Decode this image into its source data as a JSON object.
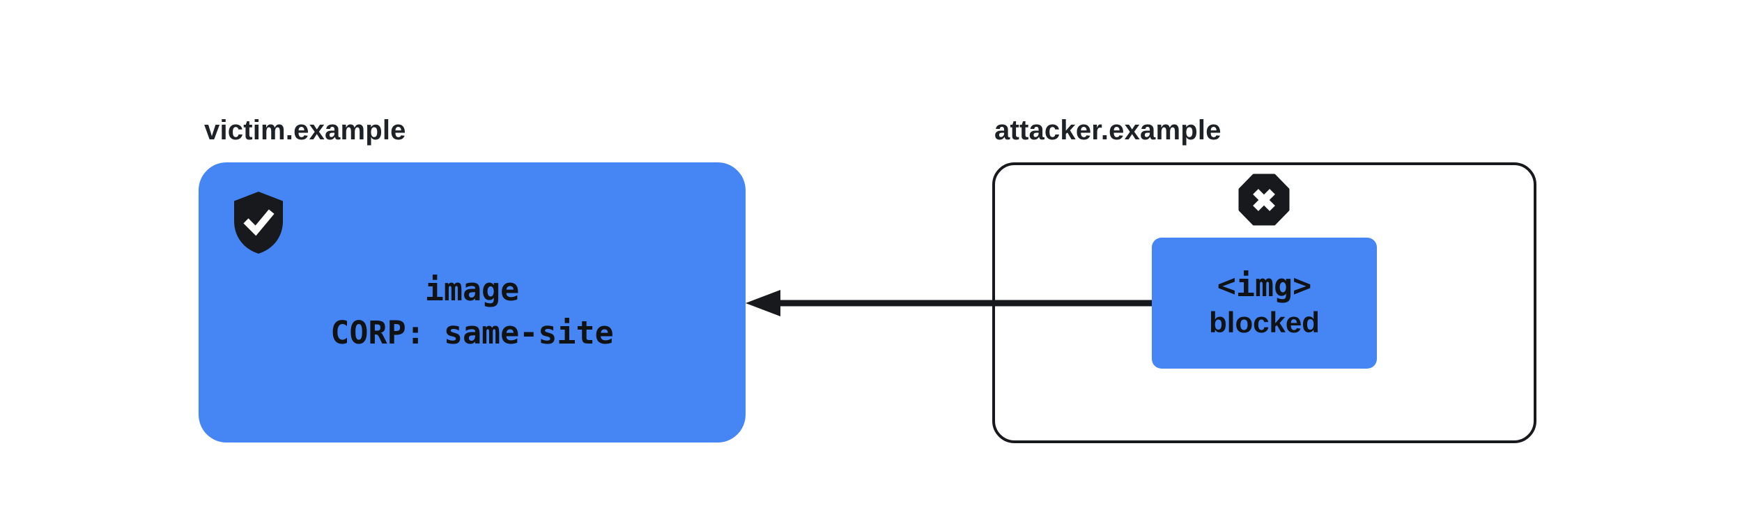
{
  "victim": {
    "label": "victim.example",
    "resource_line1": "image",
    "resource_line2": "CORP: same-site"
  },
  "attacker": {
    "label": "attacker.example",
    "embed_line1": "<img>",
    "embed_line2": "blocked"
  },
  "icons": {
    "victim_icon": "shield-check-icon",
    "attacker_icon": "octagon-x-icon",
    "arrow": "request-arrow-left"
  },
  "colors": {
    "accent_blue": "#4585F4",
    "ink": "#17191D",
    "label_text": "#1E2126",
    "box_text": "#101214",
    "background": "#FFFFFF"
  }
}
